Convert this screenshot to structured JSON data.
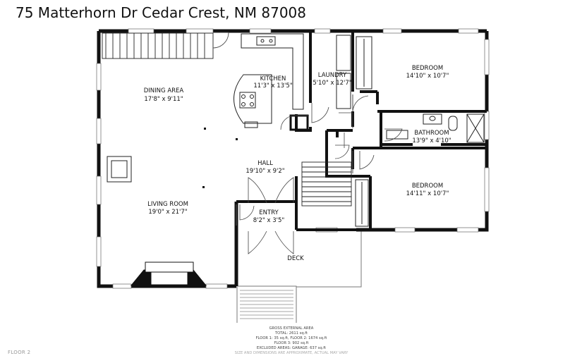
{
  "title": "75 Matterhorn Dr Cedar Crest, NM 87008",
  "floor_label": "FLOOR 2",
  "rooms": {
    "dining": {
      "name": "DINING AREA",
      "dims": "17'8\" x 9'11\""
    },
    "kitchen": {
      "name": "KITCHEN",
      "dims": "11'3\" x 13'5\""
    },
    "laundry": {
      "name": "LAUNDRY",
      "dims": "5'10\" x 12'7\""
    },
    "bedroom1": {
      "name": "BEDROOM",
      "dims": "14'10\" x 10'7\""
    },
    "bathroom": {
      "name": "BATHROOM",
      "dims": "13'9\" x 4'10\""
    },
    "hall": {
      "name": "HALL",
      "dims": "19'10\" x 9'2\""
    },
    "bedroom2": {
      "name": "BEDROOM",
      "dims": "14'11\" x 10'7\""
    },
    "living": {
      "name": "LIVING ROOM",
      "dims": "19'0\" x 21'7\""
    },
    "entry": {
      "name": "ENTRY",
      "dims": "8'2\" x 3'5\""
    },
    "deck": {
      "name": "DECK"
    }
  },
  "area_summary": {
    "heading": "GROSS EXTERNAL AREA",
    "total": "TOTAL: 2611 sq.ft",
    "floors_1_2": "FLOOR 1: 35 sq.ft, FLOOR 2: 1674 sq.ft",
    "floor_3": "FLOOR 3: 902 sq.ft",
    "excluded": "EXCLUDED AREAS: GARAGE: 637 sq.ft",
    "disclaimer": "SIZE AND DIMENSIONS ARE APPROXIMATE, ACTUAL MAY VARY"
  }
}
